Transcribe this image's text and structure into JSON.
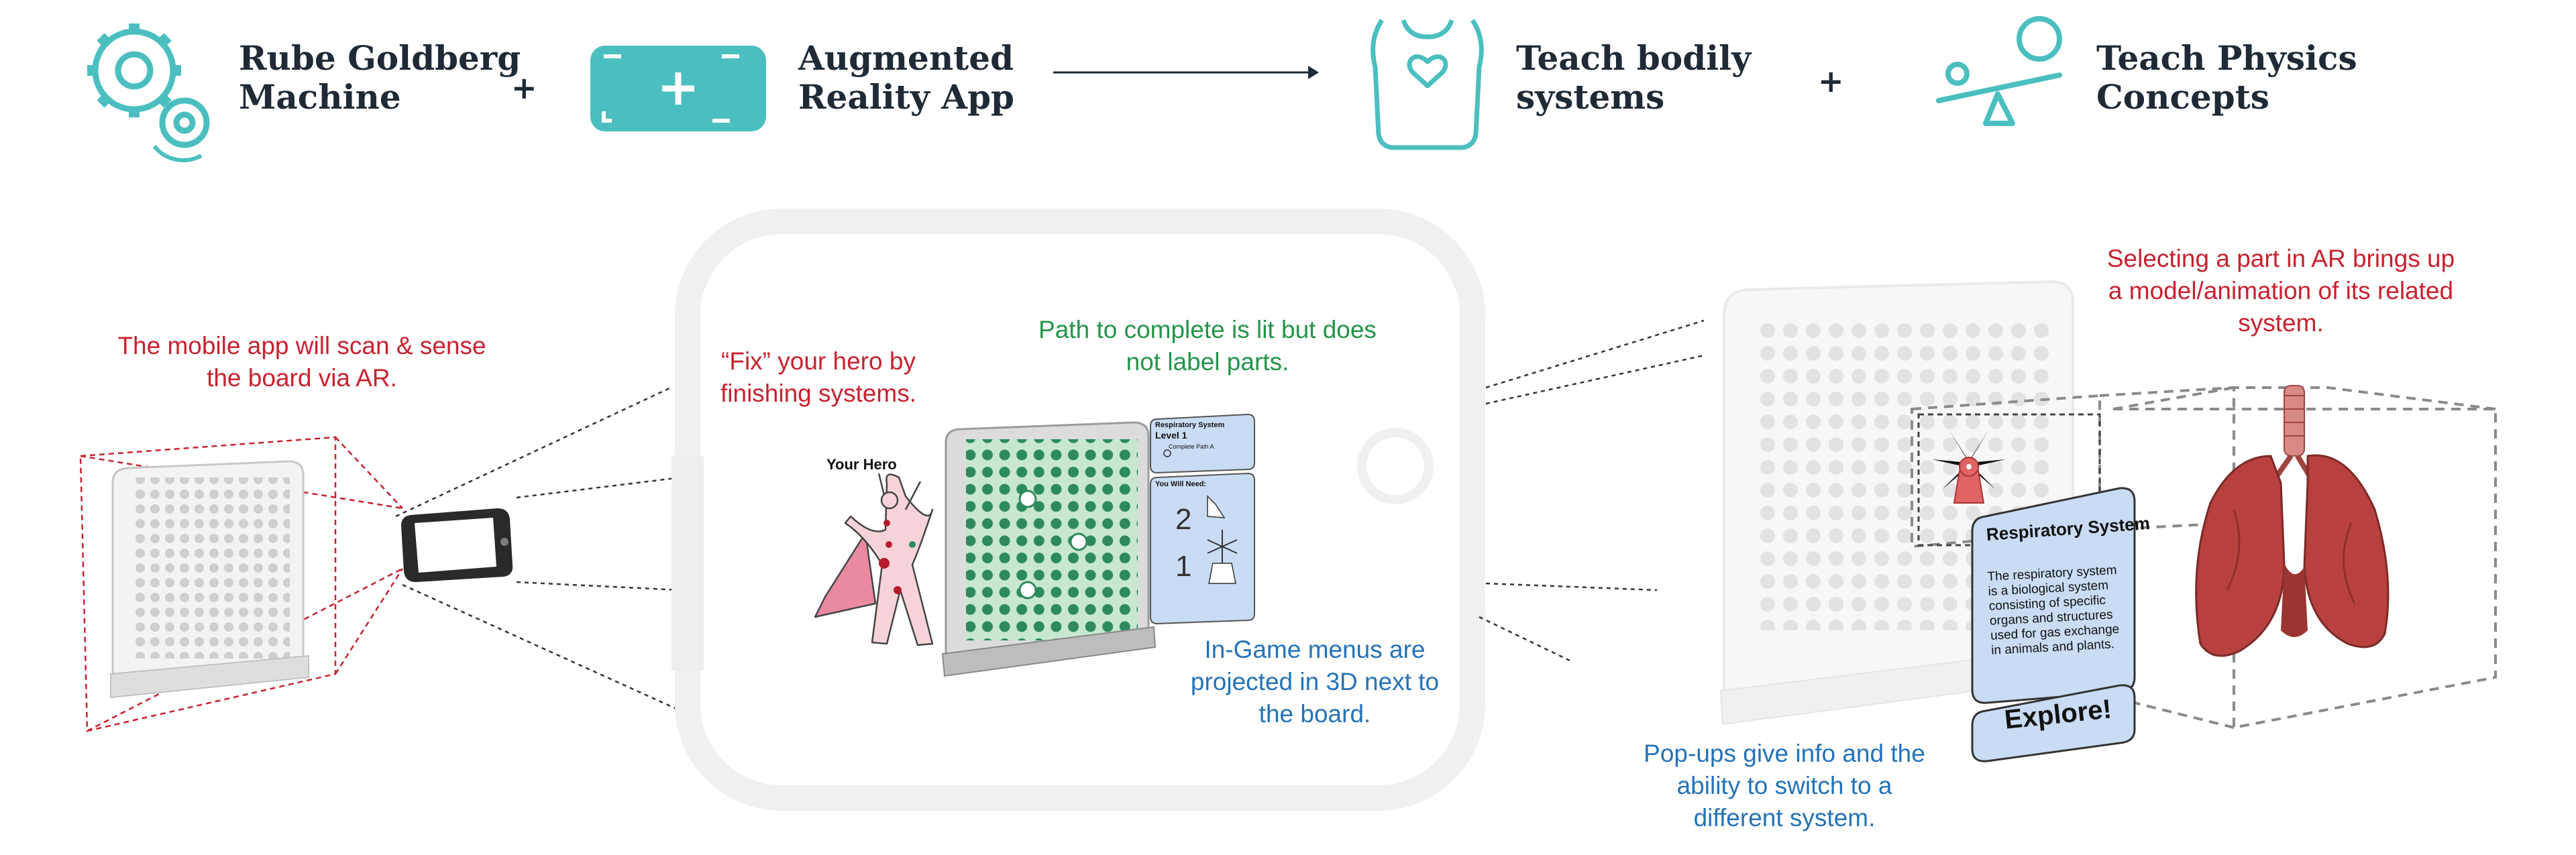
{
  "header": {
    "item1": {
      "line1": "Rube Goldberg",
      "line2": "Machine"
    },
    "item2": {
      "line1": "Augmented",
      "line2": "Reality App"
    },
    "item3": {
      "line1": "Teach bodily",
      "line2": "systems"
    },
    "item4": {
      "line1": "Teach Physics",
      "line2": "Concepts"
    },
    "plus": "+"
  },
  "captions": {
    "scan": [
      "The mobile app will scan & sense",
      "the board via AR."
    ],
    "fix": [
      "“Fix” your hero by",
      "finishing systems."
    ],
    "path": [
      "Path to complete is lit but does",
      "not label parts."
    ],
    "menus": [
      "In-Game menus are",
      "projected in 3D next to",
      "the board."
    ],
    "popups": [
      "Pop-ups give info and the",
      "ability to switch to a",
      "different system."
    ],
    "selecting": [
      "Selecting a part in AR brings up",
      "a model/animation of its related",
      "system."
    ]
  },
  "hero": {
    "label": "Your Hero"
  },
  "game_menu": {
    "title": "Respiratory System",
    "level": "Level 1",
    "option": "Complete Path A",
    "need": "You Will Need:",
    "numbers": [
      "2",
      "1"
    ]
  },
  "info_panel": {
    "title": "Respiratory System",
    "body": [
      "The respiratory system",
      "is a biological system",
      "consisting of specific",
      "organs and structures",
      "used for gas exchange",
      "in animals and plants."
    ]
  },
  "explore_button": {
    "label": "Explore!"
  },
  "colors": {
    "teal": "#4bbfbf",
    "dark_text": "#1f2a36",
    "red": "#c8212f",
    "green": "#24944a",
    "blue": "#2472b8",
    "panel_blue": "#c9dcf3",
    "board_green": "#2e8a5c",
    "lung_red": "#b8403e"
  },
  "icons": [
    "gears-icon",
    "ar-phone-icon",
    "arrow-right-icon",
    "torso-heart-icon",
    "seesaw-icon"
  ]
}
